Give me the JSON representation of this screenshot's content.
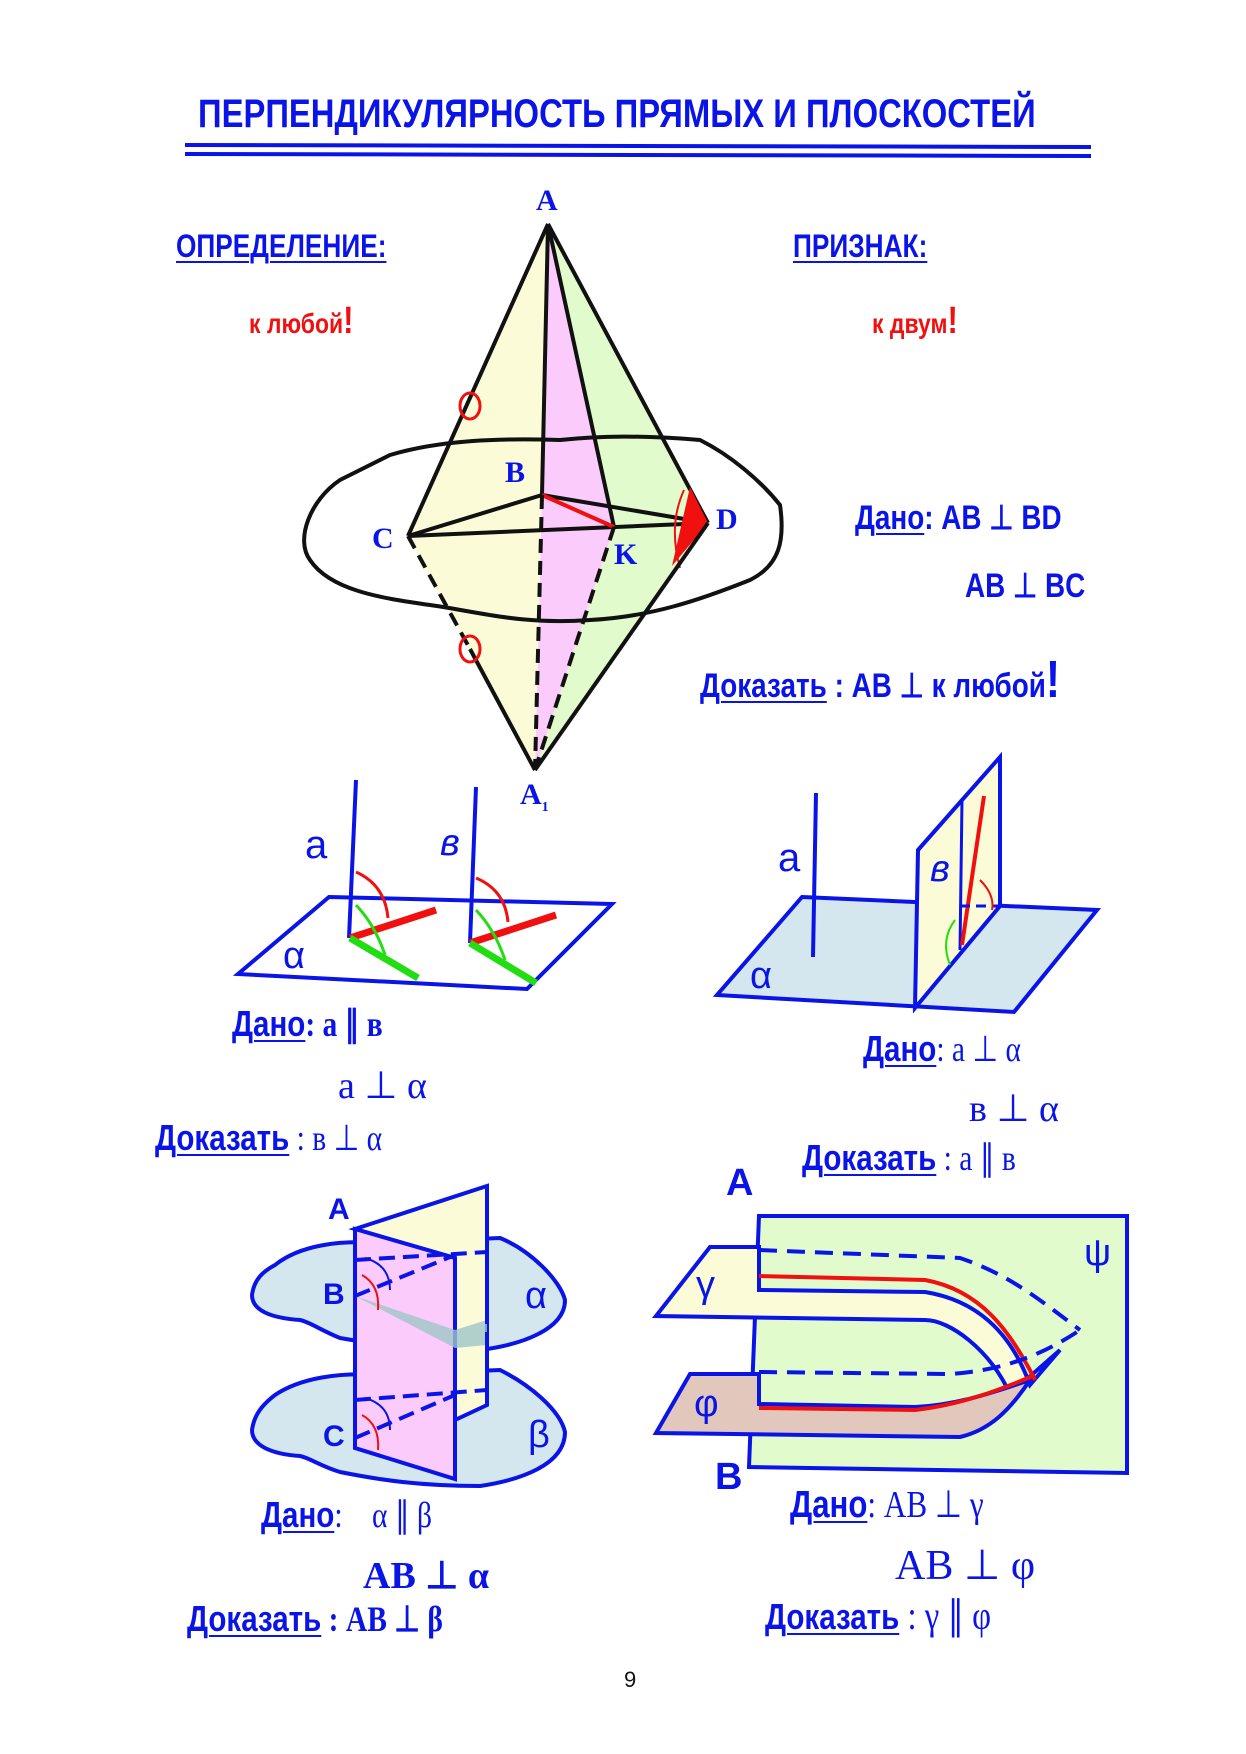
{
  "title": "ПЕРПЕНДИКУЛЯРНОСТЬ ПРЯМЫХ И ПЛОСКОСТЕЙ",
  "definition": {
    "heading": "ОПРЕДЕЛЕНИЕ:",
    "note": "к любой",
    "excl": "!"
  },
  "criterion": {
    "heading": "ПРИЗНАК:",
    "note": "к двум",
    "excl": "!"
  },
  "pyramid_labels": {
    "A": "A",
    "A1": "A",
    "A1_sub": "1",
    "B": "B",
    "C": "C",
    "D": "D",
    "K": "K"
  },
  "theorem1": {
    "given_label": "Дано",
    "given1": ": AB ⊥ BD",
    "given2": "AB ⊥ BC",
    "prove_label": "Доказать",
    "prove": " : AB ⊥ к любой",
    "excl": "!"
  },
  "fig2": {
    "a": "a",
    "b": "в",
    "alpha": "α"
  },
  "theorem2": {
    "given_label": "Дано",
    "given1": ": a ∥ в",
    "given2": "a ⊥ α",
    "prove_label": "Доказать",
    "prove": " :  в ⊥ α"
  },
  "fig3": {
    "a": "a",
    "b": "в",
    "alpha": "α"
  },
  "theorem3": {
    "given_label": "Дано",
    "given1": ": a ⊥ α",
    "given2": "в ⊥ α",
    "prove_label": "Доказать",
    "prove": " : a ∥ в"
  },
  "fig4": {
    "A": "A",
    "B": "B",
    "C": "C",
    "alpha": "α",
    "beta": "β"
  },
  "theorem4": {
    "given_label": "Дано",
    "given1": ":    α ∥ β",
    "given2": "AB ⊥ α",
    "prove_label": "Доказать",
    "prove": " : AB ⊥ β"
  },
  "fig5": {
    "A": "A",
    "B": "B",
    "psi": "ψ",
    "gamma": "γ",
    "phi": "φ"
  },
  "theorem5": {
    "given_label": "Дано",
    "given1": ": AB ⊥ γ",
    "given2": "AB ⊥ φ",
    "prove_label": "Доказать",
    "prove": " : γ ∥ φ"
  },
  "page_number": "9"
}
